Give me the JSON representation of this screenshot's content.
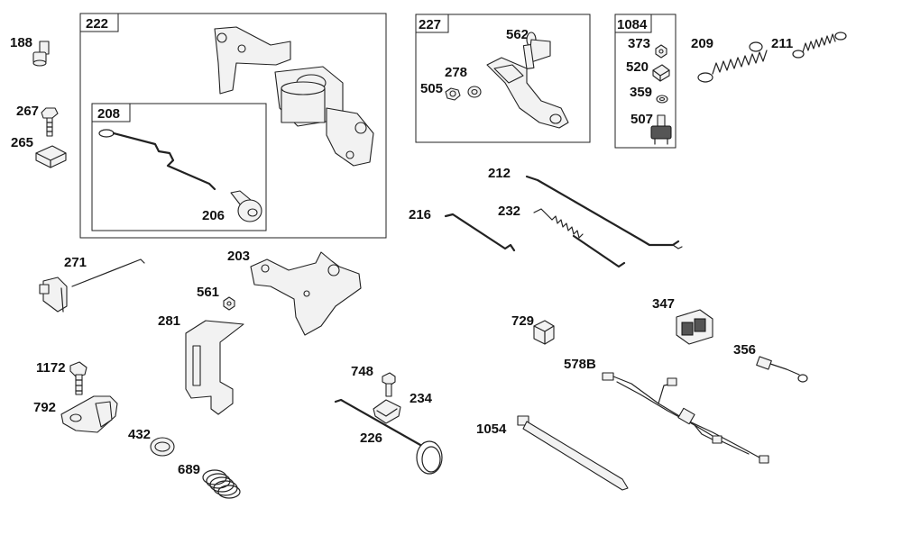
{
  "diagram": {
    "group_boxes": [
      {
        "key": "box_222",
        "label": "222"
      },
      {
        "key": "box_208",
        "label": "208"
      },
      {
        "key": "box_227",
        "label": "227"
      },
      {
        "key": "box_1084",
        "label": "1084"
      }
    ],
    "callouts": {
      "c188": "188",
      "c267": "267",
      "c265": "265",
      "c206": "206",
      "c562": "562",
      "c278": "278",
      "c505": "505",
      "c373": "373",
      "c520": "520",
      "c359": "359",
      "c507": "507",
      "c209": "209",
      "c211": "211",
      "c212": "212",
      "c216": "216",
      "c232": "232",
      "c271": "271",
      "c203": "203",
      "c561": "561",
      "c281": "281",
      "c1172": "1172",
      "c792": "792",
      "c432": "432",
      "c689": "689",
      "c748": "748",
      "c234": "234",
      "c226": "226",
      "c729": "729",
      "c347": "347",
      "c356": "356",
      "c578b": "578B",
      "c1054": "1054"
    },
    "part_icons": [
      "bolt-icon",
      "nut-icon",
      "washer-icon",
      "clip-icon",
      "spring-icon",
      "rod-icon",
      "bracket-icon",
      "switch-icon",
      "wire-harness-icon",
      "cable-tie-icon",
      "bushing-icon",
      "clamp-icon"
    ]
  }
}
